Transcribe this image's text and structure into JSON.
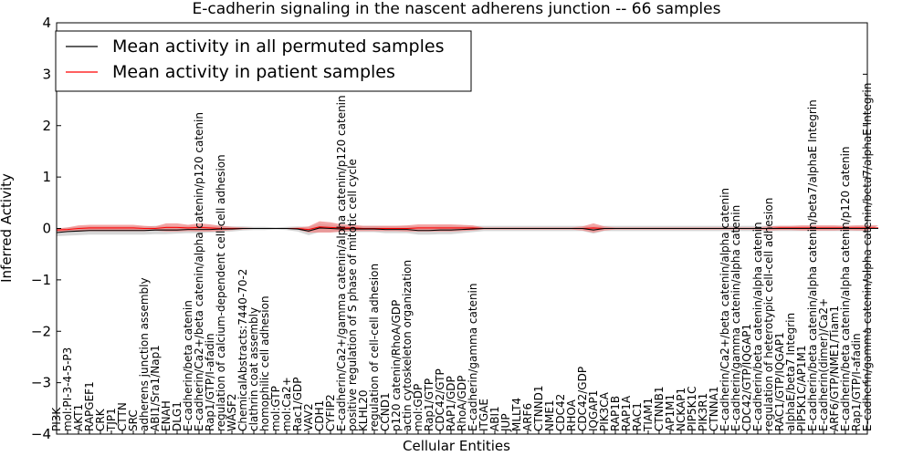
{
  "chart_data": {
    "type": "line",
    "title": "E-cadherin signaling in the nascent adherens junction -- 66 samples",
    "xlabel": "Cellular Entities",
    "ylabel": "Inferred Activity",
    "ylim": [
      -4,
      4
    ],
    "yticks": [
      -4,
      -3,
      -2,
      -1,
      0,
      1,
      2,
      3,
      4
    ],
    "grid": false,
    "legend_position": "top-left",
    "colors": {
      "permuted": "#000000",
      "patient": "#ff0000",
      "patient_band": "#f08080",
      "permuted_band": "#c8c8c8"
    },
    "categories": [
      "PI3K",
      "mol:PI-3-4-5-P3",
      "AKT1",
      "RAPGEF1",
      "CRK",
      "TJP1",
      "CTTN",
      "SRC",
      "adherens junction assembly",
      "ABI1/Sra1/Nap1",
      "ENAH",
      "DLG1",
      "E-cadherin/beta catenin",
      "E-cadherin/Ca2+/beta catenin/alpha catenin/p120 catenin",
      "Rap1/GTP/I-afadin",
      "regulation of calcium-dependent cell-cell adhesion",
      "WASF2",
      "ChemicalAbstracts:7440-70-2",
      "clathrin coat assembly",
      "homophilic cell adhesion",
      "mol:GTP",
      "mol:Ca2+",
      "Rac1/GDP",
      "VAV2",
      "CDH1",
      "CYFIP2",
      "E-cadherin/Ca2+/gamma catenin/alpha catenin/p120 catenin",
      "positive regulation of S phase of mitotic cell cycle",
      "KLHL20",
      "regulation of cell-cell adhesion",
      "CCND1",
      "p120 catenin/RhoA/GDP",
      "actin cytoskeleton organization",
      "mol:GDP",
      "Rap1/GTP",
      "CDC42/GTP",
      "RAP1/GDP",
      "RhoA/GDP",
      "E-cadherin/gamma catenin",
      "ITGAE",
      "ABI1",
      "JUP",
      "MLLT4",
      "ARF6",
      "CTNND1",
      "NME1",
      "CDC42",
      "RHOA",
      "CDC42/GDP",
      "IQGAP1",
      "PIK3CA",
      "RAP1B",
      "RAP1A",
      "RAC1",
      "TIAM1",
      "CTNNB1",
      "AP1M1",
      "NCKAP1",
      "PIP5K1C",
      "PIK3R1",
      "CTNNA1",
      "E-cadherin/Ca2+/beta catenin/alpha catenin",
      "E-cadherin/gamma catenin/alpha catenin",
      "CDC42/GTP/IQGAP1",
      "E-cadherin/beta catenin/alpha catenin",
      "regulation of heterotypic cell-cell adhesion",
      "RAC1/GTP/IQGAP1",
      "alphaE/beta7 Integrin",
      "PIP5K1C/AP1M1",
      "E-cadherin/beta catenin/alpha catenin/beta7/alphaE Integrin",
      "E-cadherin(dimer)/Ca2+",
      "ARF6/GTP/NME1/Tiam1",
      "E-cadherin/beta catenin/alpha catenin/p120 catenin",
      "Rap1/GTP/I-afadin",
      "E-cadherin/gamma catenin/alpha catenin/beta7/alphaE Integrin"
    ],
    "series": [
      {
        "name": "Mean activity in all permuted samples",
        "color": "#000000",
        "values": [
          -0.08,
          -0.06,
          -0.05,
          -0.04,
          -0.04,
          -0.04,
          -0.04,
          -0.04,
          -0.04,
          -0.03,
          -0.03,
          -0.03,
          -0.02,
          -0.02,
          -0.02,
          -0.01,
          -0.01,
          0,
          0,
          0,
          0,
          0,
          -0.01,
          -0.05,
          0.01,
          0,
          -0.01,
          -0.01,
          -0.01,
          -0.01,
          -0.02,
          -0.02,
          -0.02,
          -0.04,
          -0.04,
          -0.03,
          -0.03,
          -0.02,
          -0.01,
          0,
          0,
          0,
          0,
          0,
          0,
          0,
          0,
          0,
          0,
          -0.03,
          0,
          0,
          0,
          0,
          0,
          0,
          0,
          0,
          0,
          0,
          0,
          0,
          0,
          0,
          0,
          0,
          0,
          0,
          0,
          0,
          0,
          0,
          0,
          0,
          0,
          0
        ],
        "band": [
          0.07,
          0.08,
          0.08,
          0.08,
          0.08,
          0.08,
          0.08,
          0.08,
          0.08,
          0.08,
          0.08,
          0.07,
          0.07,
          0.07,
          0.06,
          0.06,
          0.05,
          0.04,
          0.03,
          0.03,
          0.02,
          0.03,
          0.05,
          0.08,
          0.08,
          0.07,
          0.06,
          0.06,
          0.06,
          0.06,
          0.07,
          0.07,
          0.07,
          0.08,
          0.08,
          0.08,
          0.08,
          0.07,
          0.06,
          0.05,
          0.05,
          0.05,
          0.05,
          0.05,
          0.05,
          0.05,
          0.05,
          0.05,
          0.05,
          0.07,
          0.05,
          0.05,
          0.05,
          0.05,
          0.05,
          0.05,
          0.05,
          0.05,
          0.05,
          0.05,
          0.05,
          0.05,
          0.05,
          0.05,
          0.05,
          0.05,
          0.05,
          0.05,
          0.05,
          0.05,
          0.05,
          0.05,
          0.05,
          0.05,
          0.05,
          0.05
        ]
      },
      {
        "name": "Mean activity in patient samples",
        "color": "#ff0000",
        "values": [
          -0.03,
          -0.02,
          0,
          0.01,
          0.01,
          0.01,
          0.01,
          0.01,
          0,
          0,
          0.02,
          0.02,
          0.01,
          0.02,
          0.01,
          0,
          0,
          0,
          0,
          0,
          0,
          0,
          0,
          -0.02,
          0.03,
          0.02,
          0.01,
          0.01,
          0,
          0,
          0,
          0,
          0,
          0.01,
          0.01,
          0.01,
          0.01,
          0.01,
          0.01,
          0,
          0,
          0,
          0,
          0,
          0,
          0,
          0,
          0,
          0,
          0.01,
          0,
          0,
          0,
          0,
          0,
          0,
          0,
          0,
          0,
          0,
          0,
          0,
          0,
          0,
          0,
          0,
          0.01,
          0.01,
          0.01,
          0.01,
          0.01,
          0.01,
          0.01,
          0.01,
          0.01,
          0.01
        ],
        "band": [
          0.03,
          0.04,
          0.06,
          0.06,
          0.06,
          0.06,
          0.06,
          0.06,
          0.05,
          0.04,
          0.08,
          0.08,
          0.06,
          0.08,
          0.07,
          0.05,
          0.03,
          0.02,
          0.01,
          0.01,
          0.01,
          0.01,
          0.02,
          0.06,
          0.11,
          0.1,
          0.07,
          0.06,
          0.05,
          0.05,
          0.05,
          0.05,
          0.06,
          0.07,
          0.07,
          0.07,
          0.07,
          0.06,
          0.05,
          0.02,
          0.02,
          0.02,
          0.02,
          0.02,
          0.02,
          0.02,
          0.02,
          0.02,
          0.04,
          0.09,
          0.04,
          0.02,
          0.02,
          0.02,
          0.02,
          0.02,
          0.02,
          0.02,
          0.02,
          0.02,
          0.02,
          0.02,
          0.02,
          0.02,
          0.02,
          0.04,
          0.04,
          0.04,
          0.05,
          0.05,
          0.05,
          0.05,
          0.04,
          0.05,
          0.05,
          0.05
        ]
      }
    ]
  }
}
